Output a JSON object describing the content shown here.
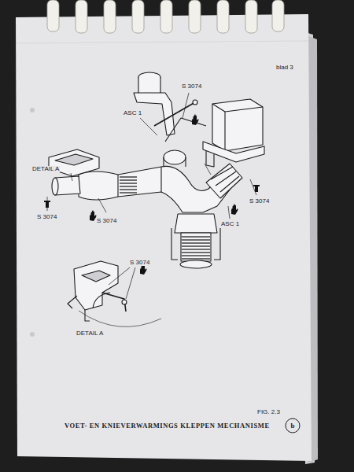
{
  "diagram": {
    "caption": "VOET- EN KNIEVERWARMINGS KLEPPEN MECHANISME",
    "nodes": [
      {
        "text": [
          "b"
        ]
      }
    ],
    "labels": [
      "blad 3",
      "S 3074",
      "ASC 1",
      "DETAIL A",
      "S 3074",
      "S 3074",
      "S 3074",
      "ASC 1",
      "S 3074",
      "DETAIL A",
      "FIG. 2.3"
    ]
  }
}
